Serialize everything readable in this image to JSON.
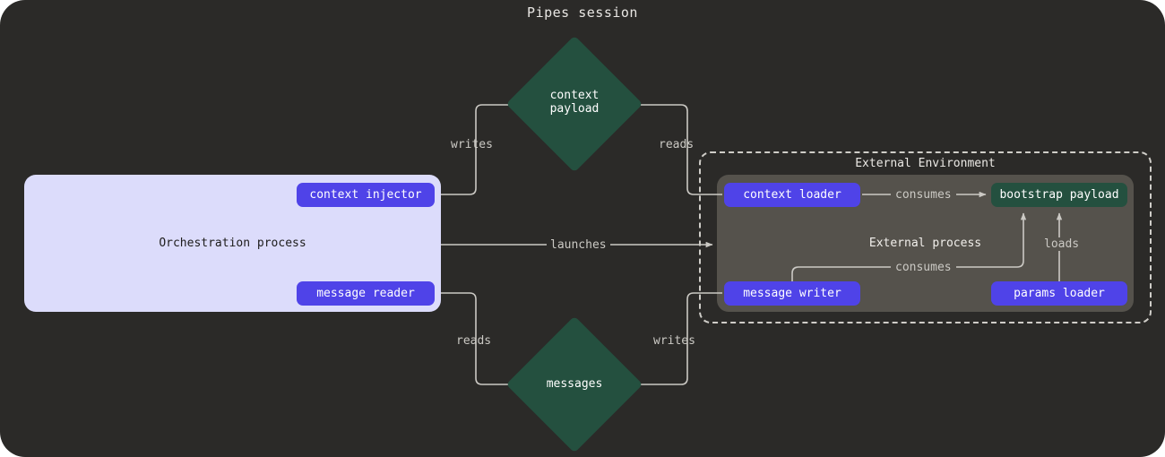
{
  "diagram": {
    "title": "Pipes session",
    "type": "flowchart",
    "background_color": "#2b2a28",
    "accent_purple": "#4f43e8",
    "accent_teal": "#24503f",
    "panel_lavender": "#dcdcfb",
    "panel_gray": "#55524c",
    "edge_color": "#cbc9c4"
  },
  "orchestration": {
    "label": "Orchestration process",
    "nodes": [
      {
        "id": "context-injector",
        "label": "context injector",
        "shape": "pill",
        "color": "#4f43e8"
      },
      {
        "id": "message-reader",
        "label": "message reader",
        "shape": "pill",
        "color": "#4f43e8"
      }
    ]
  },
  "external_environment": {
    "label": "External Environment",
    "border_style": "dashed",
    "process": {
      "label": "External process",
      "nodes": [
        {
          "id": "context-loader",
          "label": "context loader",
          "shape": "pill",
          "color": "#4f43e8"
        },
        {
          "id": "message-writer",
          "label": "message writer",
          "shape": "pill",
          "color": "#4f43e8"
        },
        {
          "id": "params-loader",
          "label": "params loader",
          "shape": "pill",
          "color": "#4f43e8"
        },
        {
          "id": "bootstrap-payload",
          "label": "bootstrap payload",
          "shape": "pill",
          "color": "#24503f"
        }
      ]
    }
  },
  "stores": [
    {
      "id": "context-payload",
      "label_line1": "context",
      "label_line2": "payload",
      "shape": "diamond",
      "color": "#24503f"
    },
    {
      "id": "messages",
      "label_line1": "messages",
      "label_line2": "",
      "shape": "diamond",
      "color": "#24503f"
    }
  ],
  "edges": [
    {
      "id": "e-writes-ctx",
      "label": "writes",
      "from": "context-injector",
      "to": "context-payload"
    },
    {
      "id": "e-reads-ctx",
      "label": "reads",
      "from": "context-payload",
      "to": "context-loader"
    },
    {
      "id": "e-launches",
      "label": "launches",
      "from": "orchestration",
      "to": "external-process"
    },
    {
      "id": "e-reads-msg",
      "label": "reads",
      "from": "messages",
      "to": "message-reader"
    },
    {
      "id": "e-writes-msg",
      "label": "writes",
      "from": "message-writer",
      "to": "messages"
    },
    {
      "id": "e-consumes-ctx",
      "label": "consumes",
      "from": "context-loader",
      "to": "bootstrap-payload"
    },
    {
      "id": "e-consumes-msg",
      "label": "consumes",
      "from": "message-writer",
      "to": "bootstrap-payload"
    },
    {
      "id": "e-loads",
      "label": "loads",
      "from": "params-loader",
      "to": "bootstrap-payload"
    }
  ]
}
